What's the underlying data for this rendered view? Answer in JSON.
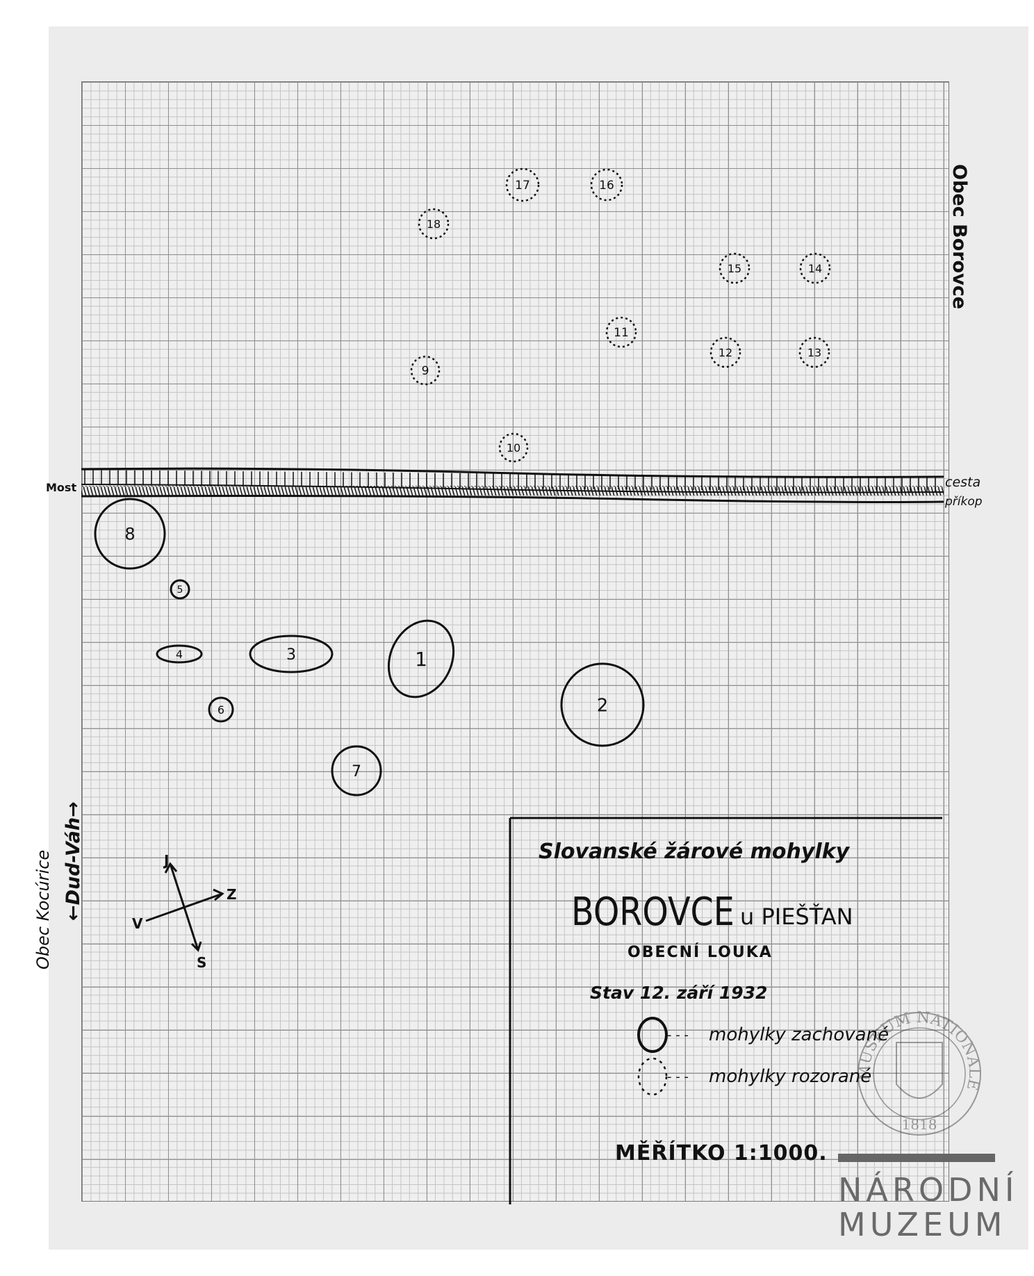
{
  "labels": {
    "right_border": "Obec Borovce",
    "left_border_outer": "Obec Kocúrice",
    "left_border_inner": "←Dud-Váh→",
    "bridge": "Most",
    "road": "cesta",
    "ditch": "příkop"
  },
  "compass": {
    "north": "J",
    "east": "Z",
    "west": "V",
    "south": "S"
  },
  "mounds": [
    {
      "id": "1",
      "style": "preserved"
    },
    {
      "id": "2",
      "style": "preserved"
    },
    {
      "id": "3",
      "style": "preserved"
    },
    {
      "id": "4",
      "style": "preserved"
    },
    {
      "id": "5",
      "style": "preserved"
    },
    {
      "id": "6",
      "style": "preserved"
    },
    {
      "id": "7",
      "style": "preserved"
    },
    {
      "id": "8",
      "style": "preserved"
    },
    {
      "id": "9",
      "style": "ploughed"
    },
    {
      "id": "10",
      "style": "ploughed"
    },
    {
      "id": "11",
      "style": "ploughed"
    },
    {
      "id": "12",
      "style": "ploughed"
    },
    {
      "id": "13",
      "style": "ploughed"
    },
    {
      "id": "14",
      "style": "ploughed"
    },
    {
      "id": "15",
      "style": "ploughed"
    },
    {
      "id": "16",
      "style": "ploughed"
    },
    {
      "id": "17",
      "style": "ploughed"
    },
    {
      "id": "18",
      "style": "ploughed"
    }
  ],
  "legend": {
    "subtitle": "Slovanské žárové mohylky",
    "title": "BOROVCE",
    "title_suffix": "u PIEŠŤAN",
    "place": "OBECNÍ LOUKA",
    "date": "Stav 12. září 1932",
    "preserved": "mohylky zachované",
    "ploughed": "mohylky rozorané",
    "scale": "MĚŘÍTKO 1:1000."
  },
  "stamp": {
    "text": "MUSEUM NATIONALE",
    "year": "1818"
  },
  "watermark": {
    "line1": "NÁRODNÍ",
    "line2": "MUZEUM"
  }
}
